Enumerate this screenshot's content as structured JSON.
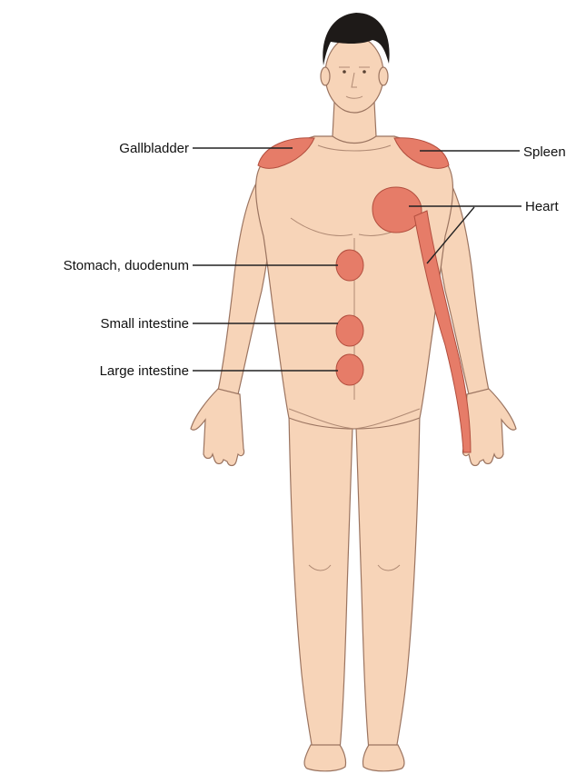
{
  "diagram": {
    "labels": {
      "gallbladder": "Gallbladder",
      "spleen": "Spleen",
      "heart": "Heart",
      "stomach": "Stomach, duodenum",
      "small_intestine": "Small intestine",
      "large_intestine": "Large intestine"
    },
    "colors": {
      "skin": "#f7d4b8",
      "skin_outline": "#9b7460",
      "referred_pain_zone": "#e67c68",
      "hair": "#1e1a18",
      "leader_line": "#222222",
      "background": "#ffffff"
    }
  }
}
